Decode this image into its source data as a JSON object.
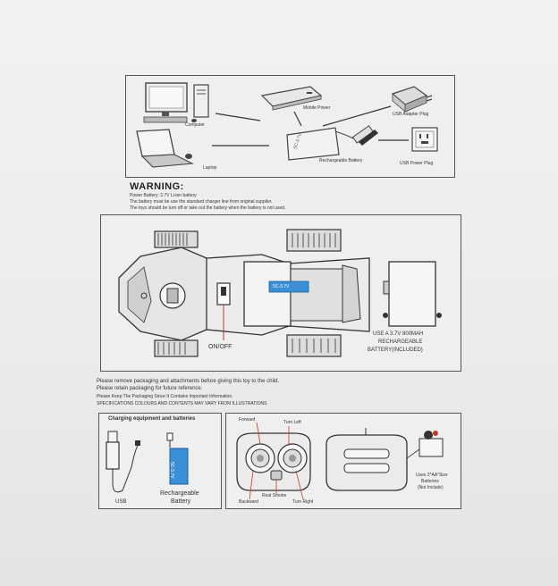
{
  "top_panel": {
    "computer": "Computer",
    "mobile_power": "Mobile Power",
    "usb_adapter_plug": "USB Adapter Plug",
    "laptop": "Laptop",
    "rechargeable_battery": "Rechargeable Battery",
    "usb_power_plug": "USB Power Plug"
  },
  "warning": {
    "title": "WARNING:",
    "lines": [
      "Power Battery: 3.7V Li-ion battery",
      "The battery must be use the standard charger line from original supplier.",
      "The toys should be turn off or take out the battery when the battery is not used."
    ]
  },
  "car_panel": {
    "battery_label": "5C-3.7V",
    "on_off": "ON/OFF",
    "battery_note": [
      "USE A 3.7V 800MAH",
      "RECHARGEABLE",
      "BATTERY(INCLUDED)"
    ]
  },
  "notes": {
    "lines": [
      "Please remove packaging and attachments before giving this toy to the child.",
      "Please retain packaging for future reference.",
      "Please Keep The Packaging Since It Contains Important Information.",
      "SPECIFICATIONS COLOURS AND CONTENTS MAY VARY FROM ILLUSTRATIONS"
    ]
  },
  "charging_panel": {
    "title": "Charging equipment and batteries",
    "battery_label": "5C-3.7V",
    "usb": "USB",
    "rechargeable": "Rechargeable",
    "battery": "Battery"
  },
  "remote_panel": {
    "forward": "Forward",
    "turn_left": "Turn Left",
    "backward": "Backward",
    "real_smoke": "Real Smoke",
    "turn_right": "Turn Right",
    "battery_note": [
      "Uses 2*AA\"Size",
      "Batteries",
      "(Not Include)"
    ]
  }
}
